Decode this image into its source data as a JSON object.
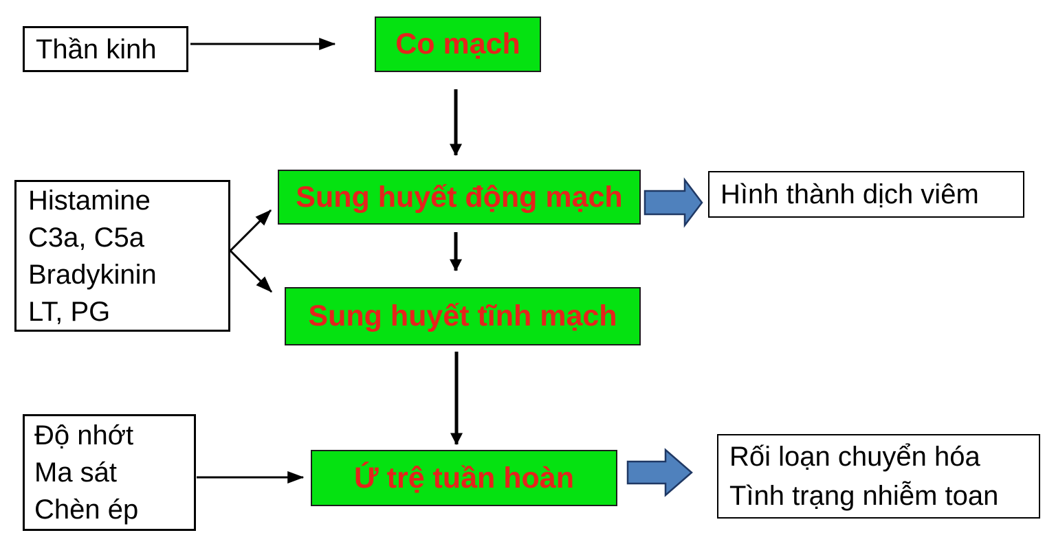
{
  "colors": {
    "background": "#ffffff",
    "node_green_fill": "#05e211",
    "node_green_text_red": "#e5231c",
    "block_arrow_blue_fill": "#4f81bd",
    "block_arrow_blue_border": "#1f3864",
    "box_border_black": "#000000",
    "plain_text_black": "#000000"
  },
  "nodes": {
    "than_kinh": {
      "label": "Thần kinh"
    },
    "co_mach": {
      "label": "Co mạch"
    },
    "mediators": {
      "lines": [
        "Histamine",
        "C3a, C5a",
        "Bradykinin",
        "LT, PG"
      ]
    },
    "sung_huyet_dong_mach": {
      "label": "Sung huyết động mạch"
    },
    "hinh_thanh_dich_viem": {
      "label": "Hình thành dịch viêm"
    },
    "sung_huyet_tinh_mach": {
      "label": "Sung huyết tĩnh mạch"
    },
    "physical_factors": {
      "lines": [
        "Độ nhớt",
        "Ma sát",
        "Chèn ép"
      ]
    },
    "u_tre_tuan_hoan": {
      "label": "Ứ trệ tuần hoàn"
    },
    "roi_loan": {
      "lines": [
        "Rối loạn chuyển hóa",
        "Tình trạng nhiễm toan"
      ]
    }
  },
  "edges": [
    {
      "from": "than_kinh",
      "to": "co_mach",
      "style": "thin-black"
    },
    {
      "from": "co_mach",
      "to": "sung_huyet_dong_mach",
      "style": "thick-black"
    },
    {
      "from": "mediators",
      "to": "sung_huyet_dong_mach",
      "style": "thin-black"
    },
    {
      "from": "mediators",
      "to": "sung_huyet_tinh_mach",
      "style": "thin-black"
    },
    {
      "from": "sung_huyet_dong_mach",
      "to": "sung_huyet_tinh_mach",
      "style": "thick-black"
    },
    {
      "from": "sung_huyet_dong_mach",
      "to": "hinh_thanh_dich_viem",
      "style": "block-blue"
    },
    {
      "from": "sung_huyet_tinh_mach",
      "to": "u_tre_tuan_hoan",
      "style": "thick-black"
    },
    {
      "from": "physical_factors",
      "to": "u_tre_tuan_hoan",
      "style": "thin-black"
    },
    {
      "from": "u_tre_tuan_hoan",
      "to": "roi_loan",
      "style": "block-blue"
    }
  ]
}
